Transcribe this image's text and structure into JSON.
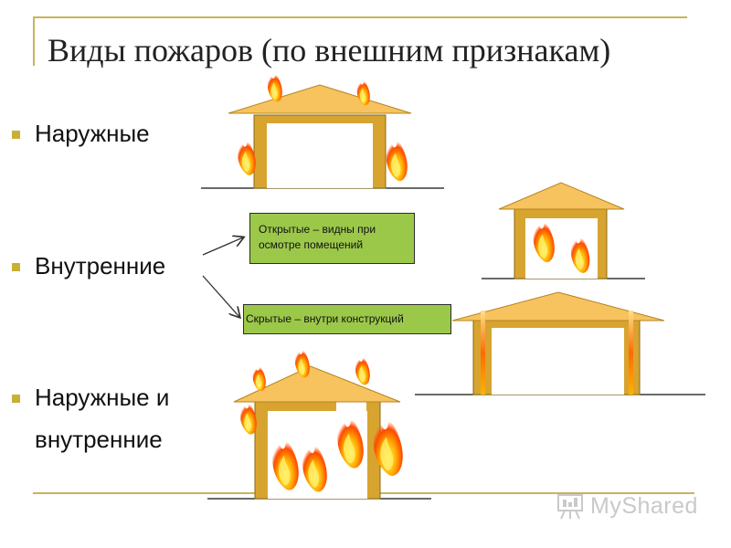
{
  "title": "Виды пожаров (по внешним признакам)",
  "bullets": [
    {
      "label": "Наружные"
    },
    {
      "label": "Внутренние"
    },
    {
      "label_line1": "Наружные и",
      "label_line2": "внутренние"
    }
  ],
  "callouts": {
    "open": "Открытые – видны при осмотре помещений",
    "hidden": "Скрытые – внутри конструкций"
  },
  "colors": {
    "accent_rule": "#c8b45a",
    "bullet": "#c9b034",
    "roof": "#f7c35e",
    "walls": "#d8a430",
    "callout_fill": "#9cc84a",
    "flame": "#ff5a00"
  },
  "watermark": {
    "icon": "projector-board-icon",
    "text": "MyShared"
  }
}
